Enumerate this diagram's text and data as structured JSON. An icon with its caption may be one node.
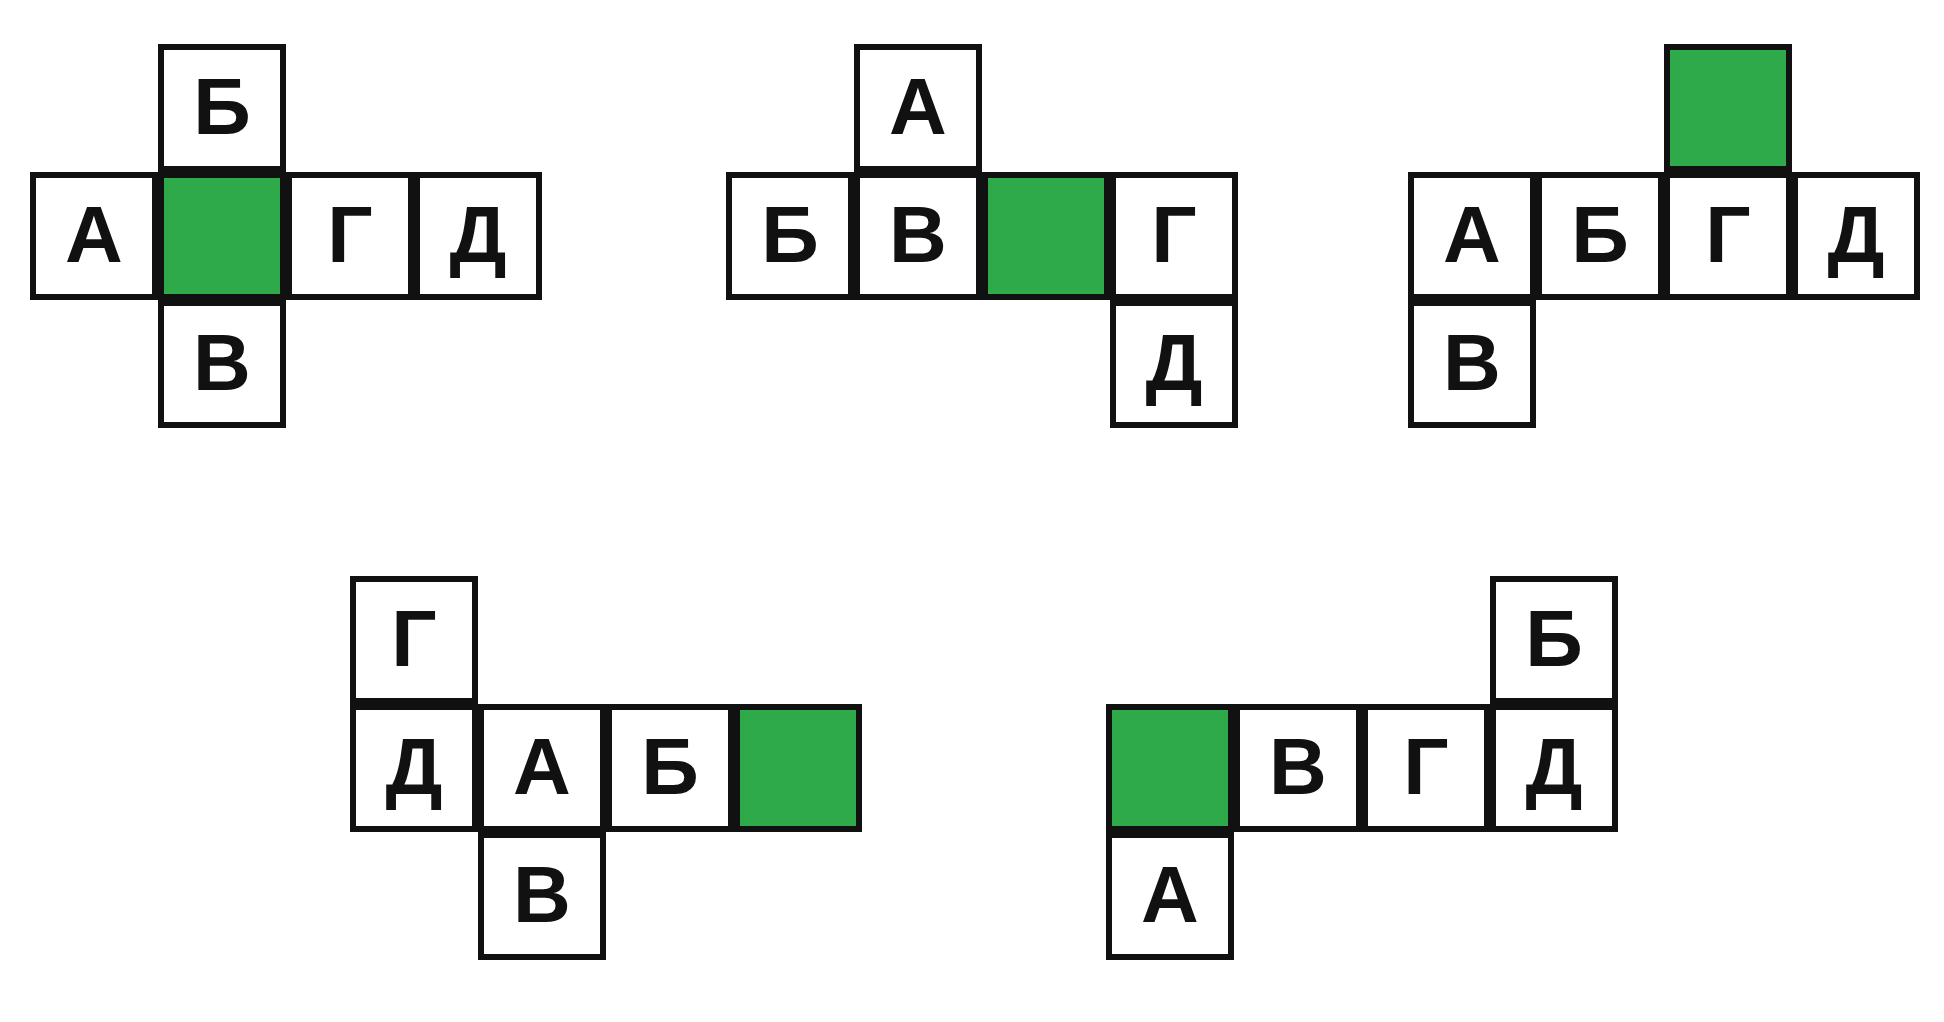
{
  "diagram": {
    "nodes": [
      {
        "text": [
          "Б"
        ]
      },
      {
        "text": [
          "А"
        ]
      },
      {
        "text": [],
        "shape": "box"
      },
      {
        "text": [
          "Г"
        ]
      },
      {
        "text": [
          "Д"
        ]
      },
      {
        "text": [
          "В"
        ]
      },
      {
        "text": [
          "А"
        ]
      },
      {
        "text": [
          "Б"
        ]
      },
      {
        "text": [
          "В"
        ]
      },
      {
        "text": [],
        "shape": "box"
      },
      {
        "text": [
          "Г"
        ]
      },
      {
        "text": [
          "Д"
        ]
      },
      {
        "text": [],
        "shape": "box"
      },
      {
        "text": [
          "А"
        ]
      },
      {
        "text": [
          "Б"
        ]
      },
      {
        "text": [
          "Г"
        ]
      },
      {
        "text": [
          "Д"
        ]
      },
      {
        "text": [
          "В"
        ]
      },
      {
        "text": [
          "Г"
        ]
      },
      {
        "text": [
          "Д"
        ]
      },
      {
        "text": [
          "А"
        ]
      },
      {
        "text": [
          "Б"
        ]
      },
      {
        "text": [],
        "shape": "box"
      },
      {
        "text": [
          "В"
        ]
      },
      {
        "text": [
          "Б"
        ]
      },
      {
        "text": [],
        "shape": "box"
      },
      {
        "text": [
          "В"
        ]
      },
      {
        "text": [
          "Г"
        ]
      },
      {
        "text": [
          "Д"
        ]
      },
      {
        "text": [
          "А"
        ]
      }
    ]
  }
}
